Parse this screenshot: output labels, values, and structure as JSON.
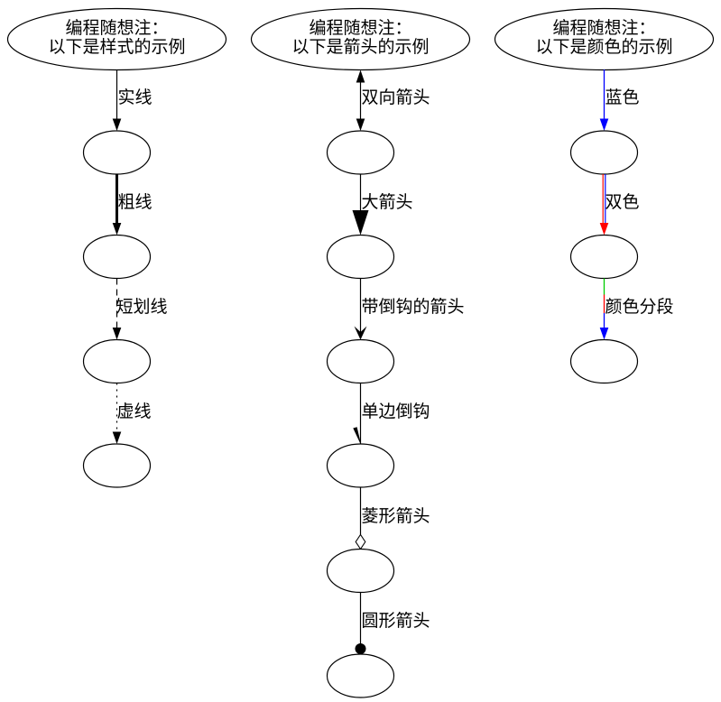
{
  "diagram": {
    "type": "graphviz-digraph",
    "columns": [
      {
        "id": "line-styles",
        "header": {
          "line1": "编程随想注：",
          "line2": "以下是样式的示例"
        },
        "edges": [
          {
            "label": "实线",
            "style": "solid",
            "arrow": "normal"
          },
          {
            "label": "粗线",
            "style": "bold",
            "arrow": "normal"
          },
          {
            "label": "短划线",
            "style": "dashed",
            "arrow": "normal"
          },
          {
            "label": "虚线",
            "style": "dotted",
            "arrow": "normal"
          }
        ]
      },
      {
        "id": "arrow-styles",
        "header": {
          "line1": "编程随想注：",
          "line2": "以下是箭头的示例"
        },
        "edges": [
          {
            "label": "双向箭头",
            "style": "solid",
            "arrow": "both-normal"
          },
          {
            "label": "大箭头",
            "style": "solid",
            "arrow": "large-normal"
          },
          {
            "label": "带倒钩的箭头",
            "style": "solid",
            "arrow": "vee"
          },
          {
            "label": "单边倒钩",
            "style": "solid",
            "arrow": "half-hook"
          },
          {
            "label": "菱形箭头",
            "style": "solid",
            "arrow": "open-diamond"
          },
          {
            "label": "圆形箭头",
            "style": "solid",
            "arrow": "dot"
          }
        ]
      },
      {
        "id": "color-styles",
        "header": {
          "line1": "编程随想注：",
          "line2": "以下是颜色的示例"
        },
        "edges": [
          {
            "label": "蓝色",
            "style": "solid",
            "arrow": "normal",
            "color": "blue"
          },
          {
            "label": "双色",
            "style": "solid",
            "arrow": "normal",
            "color": "red+blue parallel"
          },
          {
            "label": "颜色分段",
            "style": "solid",
            "arrow": "normal",
            "color": "green/red/blue segments"
          }
        ]
      }
    ]
  },
  "colors": {
    "black": "#000000",
    "blue": "#0000ff",
    "red": "#ff0000",
    "green": "#00cc00",
    "background": "#ffffff"
  }
}
